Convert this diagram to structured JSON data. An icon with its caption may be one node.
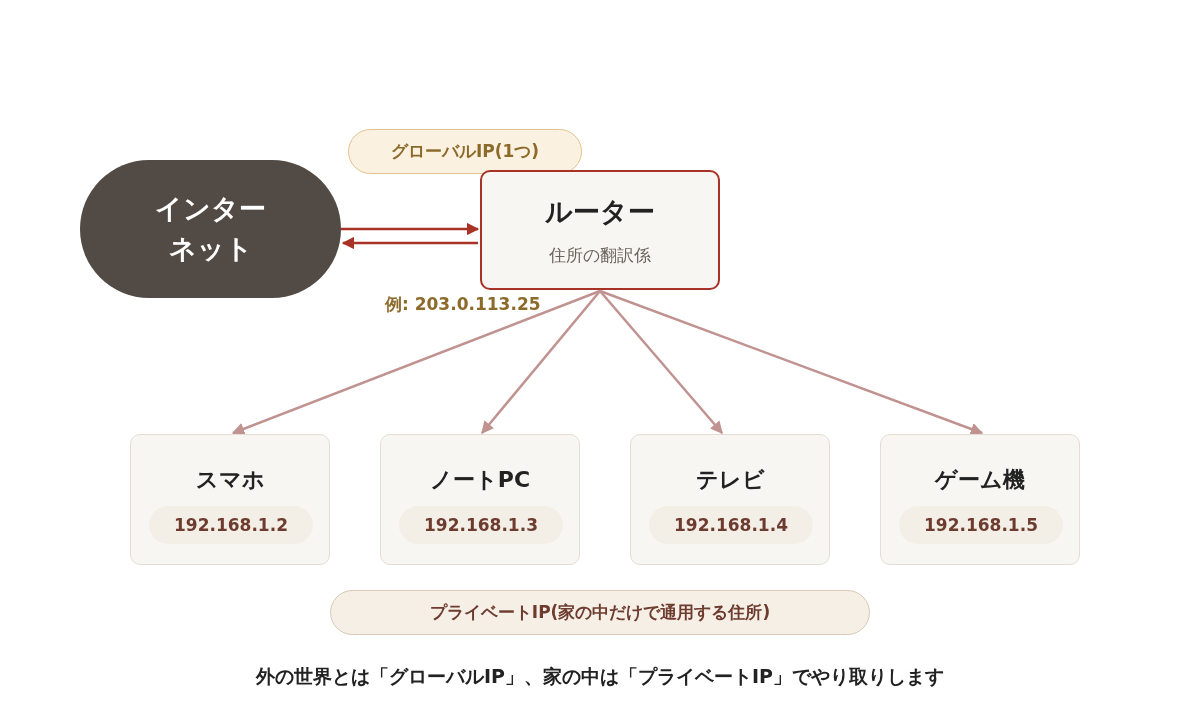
{
  "diagram": {
    "caption": "外の世界とは「グローバルIP」、家の中は「プライベートIP」でやり取りします",
    "nodes": [
      {
        "text": [
          "グローバルIP(1つ)"
        ]
      },
      {
        "text": [
          "インターネット"
        ]
      },
      {
        "text": [
          "ルーター",
          "住所の翻訳係"
        ]
      },
      {
        "text": [
          "スマホ"
        ]
      },
      {
        "text": [
          "192.168.1.2"
        ],
        "in": 3
      },
      {
        "text": [
          "ノートPC"
        ]
      },
      {
        "text": [
          "192.168.1.3"
        ],
        "in": 5
      },
      {
        "text": [
          "テレビ"
        ]
      },
      {
        "text": [
          "192.168.1.4"
        ],
        "in": 7
      },
      {
        "text": [
          "ゲーム機"
        ]
      },
      {
        "text": [
          "192.168.1.5"
        ],
        "in": 9
      },
      {
        "text": [
          "プライベートIP(家の中だけで通用する住所)"
        ]
      }
    ],
    "edges": [
      {
        "from": 1,
        "to": 2,
        "arrow": "to",
        "color": "#a93226"
      },
      {
        "from": 2,
        "to": 1,
        "arrow": "to",
        "color": "#a93226"
      },
      {
        "from": 2,
        "to": 3,
        "arrow": "to"
      },
      {
        "from": 2,
        "to": 5,
        "arrow": "to"
      },
      {
        "from": 2,
        "to": 7,
        "arrow": "to"
      },
      {
        "from": 2,
        "to": 9,
        "arrow": "to"
      }
    ],
    "labels": [
      "例: 203.0.113.25"
    ]
  }
}
